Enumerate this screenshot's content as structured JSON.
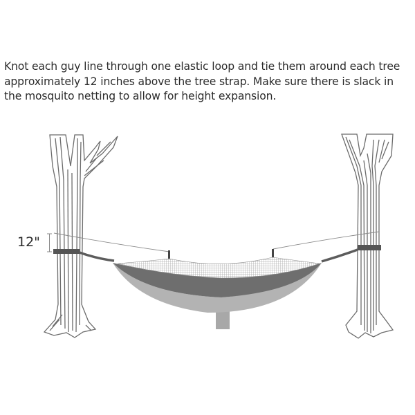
{
  "instructions": {
    "text": "Knot each guy line through one elastic loop and tie them around each tree approximately 12 inches above the tree strap. Make sure there is slack in the mosquito netting to allow for height expansion."
  },
  "diagram": {
    "measurement_label": "12\"",
    "elements": [
      "left-tree",
      "right-tree",
      "tree-strap-left",
      "tree-strap-right",
      "guy-line-left",
      "guy-line-right",
      "mosquito-netting",
      "hammock-body",
      "stuff-sack"
    ],
    "colors": {
      "outline": "#6b6b6b",
      "hammock_dark": "#6e6e6e",
      "hammock_light": "#b3b3b3",
      "strap": "#555555",
      "netting": "#9a9a9a",
      "text": "#2b2b2b"
    }
  }
}
